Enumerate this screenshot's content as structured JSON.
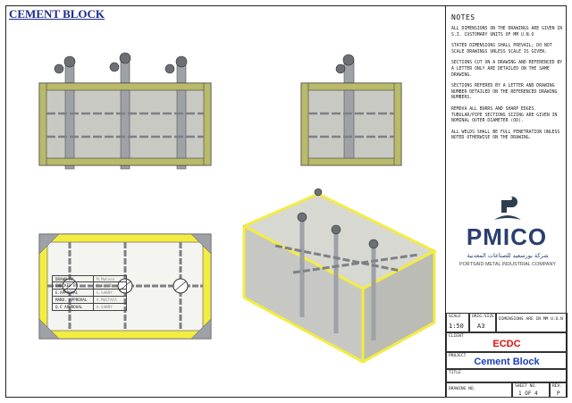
{
  "drawing_title": "CEMENT BLOCK",
  "notes": {
    "heading": "NOTES",
    "paragraphs": [
      "ALL DIMENSIONS ON THE DRAWINGS ARE GIVEN IN S.I. CUSTOMARY UNITS OF MM U.N.O",
      "STATED DIMENSIONS SHALL PREVAIL; DO NOT SCALE DRAWINGS UNLESS SCALE IS GIVEN.",
      "SECTIONS CUT ON A DRAWING AND REFERENCED BY A LETTER ONLY ARE DETAILED ON THE SAME DRAWING.",
      "SECTIONS REFERED BY A LETTER AND DRAWING NUMBER DETAILED ON THE REFERENCED DRAWING NUMBERS.",
      "REMOVA ALL BURRS AND SHARP EDGES. TUBULAR/PIPE SECTIONS SIZING ARE GIVEN IN NOMINAL OUTER DIAMETER (OD).",
      "ALL WELDS SHALL BE FULL PENETRATION UNLESS NOTED OTHERWISE ON THE DRAWING."
    ]
  },
  "logo": {
    "name": "PMICO",
    "arabic": "شركة بورسعيد للصناعات المعدنية",
    "company": "PORTSAID METAL INDUSTRIAL COMPANY",
    "brand_color": "#2a3f6e",
    "mark_color": "#2c3e50"
  },
  "approvals": [
    {
      "key": "DRAWN BY",
      "value": "M.Mohsen"
    },
    {
      "key": "CHECKED BY",
      "value": "M.SAEED"
    },
    {
      "key": "E.APPROVAL",
      "value": "G.SABRY"
    },
    {
      "key": "MANU. APPROVAL",
      "value": "A.MUSTAFA"
    },
    {
      "key": "Q.C APPROVAL",
      "value": "A.SABRY"
    }
  ],
  "title_block": {
    "scale_label": "SCALE",
    "scale_value": "1:50",
    "orig_size_label": "ORIG.SIZE",
    "orig_size_value": "A3",
    "dims_note": "DIMENSIONS ARE IN MM U.O.N",
    "client_label": "CLIENT",
    "client_value": "ECDC",
    "project_label": "PROJECT",
    "project_value": "Cement Block",
    "title_label": "TITLE",
    "drawing_no_label": "DRAWING NO.",
    "sheet_label": "SHEET NO.",
    "sheet_value": "1 OF 4",
    "rev_label": "REV.",
    "rev_value": "P"
  },
  "colors": {
    "frame": "#b9ba6a",
    "frame_dark": "#8d8e45",
    "panel_fill": "#c9c9c4",
    "pipe": "#a9acb0",
    "accent_yellow": "#f3ec43"
  }
}
